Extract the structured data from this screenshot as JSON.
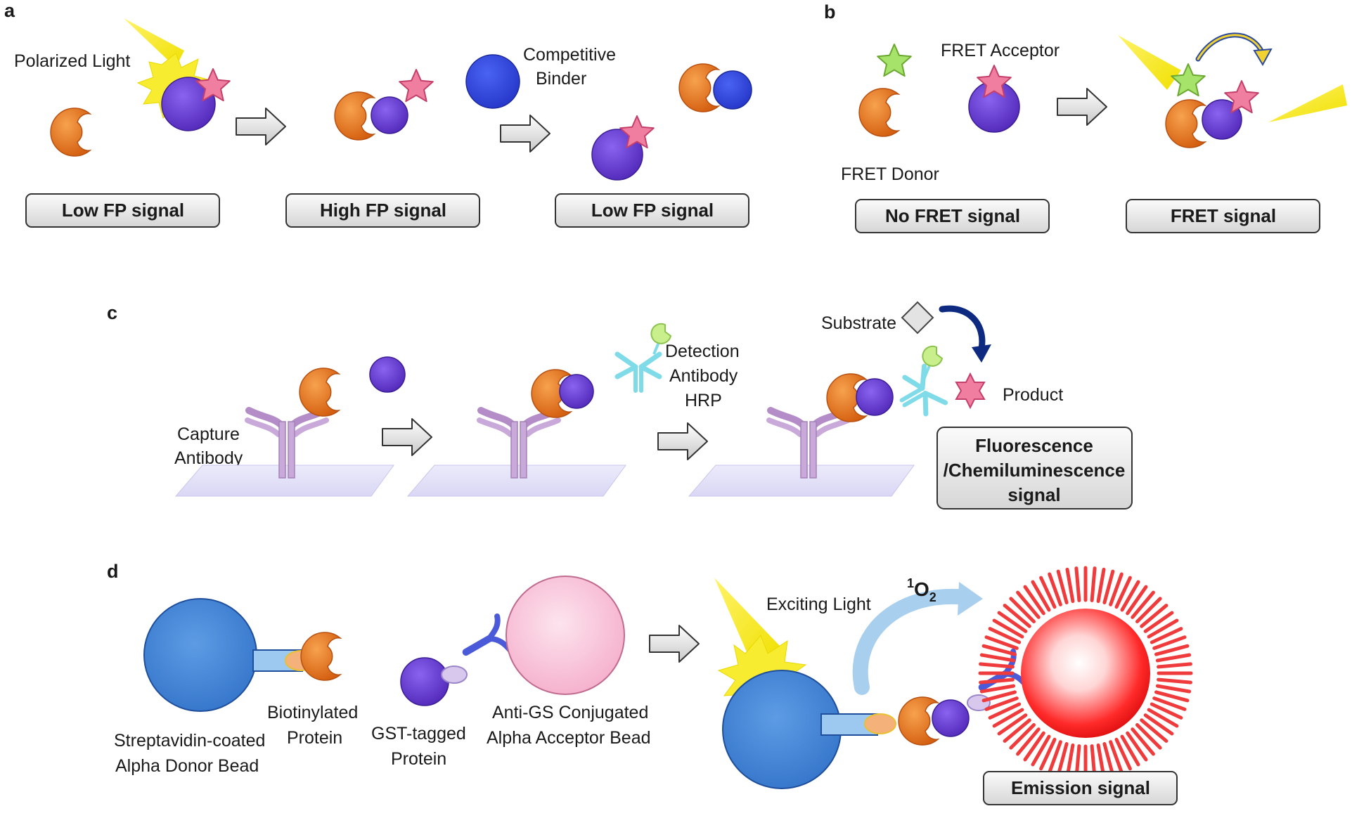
{
  "panels": {
    "a": {
      "letter": "a",
      "polarized_light": "Polarized Light",
      "competitive_binder": [
        "Competitive",
        "Binder"
      ],
      "signals": [
        "Low FP signal",
        "High FP signal",
        "Low FP signal"
      ]
    },
    "b": {
      "letter": "b",
      "fret_acceptor": "FRET Acceptor",
      "fret_donor": "FRET Donor",
      "signals": [
        "No FRET signal",
        "FRET signal"
      ]
    },
    "c": {
      "letter": "c",
      "capture_antibody": [
        "Capture",
        "Antibody"
      ],
      "detection_antibody": [
        "Detection",
        "Antibody",
        "HRP"
      ],
      "substrate": "Substrate",
      "product": "Product",
      "signal": [
        "Fluorescence",
        "/Chemiluminescence",
        "signal"
      ]
    },
    "d": {
      "letter": "d",
      "donor_bead": [
        "Streptavidin-coated",
        "Alpha Donor Bead"
      ],
      "biotinylated_protein": [
        "Biotinylated",
        "Protein"
      ],
      "gst_protein": [
        "GST-tagged",
        "Protein"
      ],
      "acceptor_bead": [
        "Anti-GS Conjugated",
        "Alpha Acceptor Bead"
      ],
      "exciting_light": "Exciting Light",
      "singlet_oxygen": {
        "sup": "1",
        "main": "O",
        "sub": "2"
      },
      "signal": "Emission signal"
    }
  },
  "colors": {
    "orange": "#e8761c",
    "purple": "#6a3fd0",
    "blue_bead": "#3f86d8",
    "pink_star": "#f07ea0",
    "green_star": "#a6e36a",
    "yellow": "#f6ec2a",
    "antibody_lilac": "#c9a9d9",
    "detection_cyan": "#7fdbe8"
  }
}
